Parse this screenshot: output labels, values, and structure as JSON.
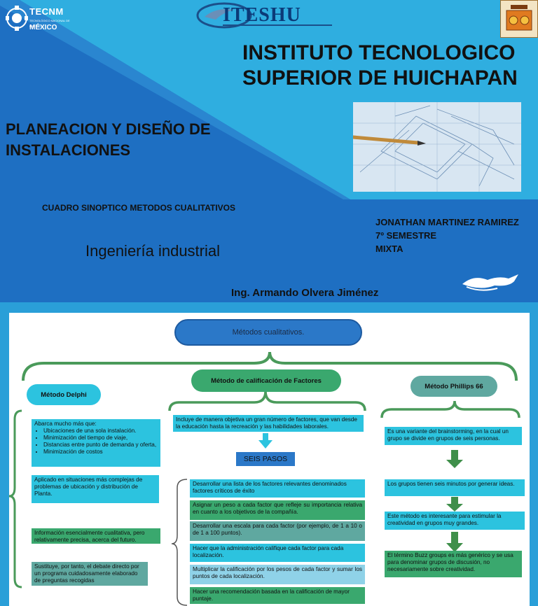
{
  "cover": {
    "tecnm_logo": {
      "name": "TECNM",
      "sub": "TECNOLÓGICO NACIONAL DE MÉXICO",
      "country": "MÉXICO"
    },
    "iteshu_logo": "ITESHU",
    "institute_title": "INSTITUTO TECNOLOGICO SUPERIOR DE HUICHAPAN",
    "subject_title": "PLANEACION Y DISEÑO DE INSTALACIONES",
    "document_type": "CUADRO SINOPTICO METODOS CUALITATIVOS",
    "career": "Ingeniería industrial",
    "student_lines": [
      "JONATHAN MARTINEZ RAMIREZ",
      "7º SEMESTRE",
      "MIXTA"
    ],
    "teacher": "Ing. Armando Olvera Jiménez",
    "colors": {
      "light_blue": "#2faee0",
      "dark_blue": "#1e6fc2"
    }
  },
  "diagram": {
    "root": "Métodos cualitativos.",
    "delphi": {
      "title": "Método Delphi",
      "box1_intro": "Abarca mucho más que:",
      "box1_items": [
        "Ubicaciones de una sola instalación.",
        "Minimización del tiempo de viaje,",
        "Distancias entre punto de demanda y oferta,",
        "Minimización de costos"
      ],
      "box2": "Aplicado en situaciones más complejas de problemas de ubicación y distribución de Planta.",
      "box3": "Información esencialmente cualitativa, pero relativamente precisa, acerca del futuro.",
      "box4": "Sustituye, por tanto, el debate directo por un programa cuidadosamente elaborado de preguntas recogidas"
    },
    "factores": {
      "title": "Método de calificación de Factores",
      "intro": "Incluye de manera objetiva un gran número de factores, que van desde la educación hasta la recreación y las habilidades laborales.",
      "steps_title": "SEIS PASOS",
      "steps": [
        "Desarrollar una lista de los factores relevantes denominados factores críticos de éxito",
        "Asignar un peso a cada factor que refleje su importancia relativa en cuanto a los objetivos de la compañía.",
        "Desarrollar una escala para cada factor (por ejemplo, de 1 a 10 o de 1 a 100 puntos).",
        "Hacer que la administración califique cada factor para cada localización.",
        "Multiplicar la calificación por los pesos de cada factor y sumar los puntos de cada localización.",
        "Hacer una recomendación basada en la calificación de mayor puntaje."
      ]
    },
    "phillips": {
      "title": "Método Phillips 66",
      "box1": "Es una variante del brainstorming, en la cual un grupo se divide en grupos de seis personas.",
      "box2": "Los grupos tienen seis minutos por generar ideas.",
      "box3": "Este método es interesante para estimular la creatividad en grupos muy grandes.",
      "box4": "El término Buzz groups es más genérico y se usa para denominar grupos de discusión, no necesariamente sobre creatividad."
    },
    "colors": {
      "connector_green": "#4a9a5a",
      "root_fill": "#2b78c8",
      "cyan_box": "#2cc3df",
      "green_box": "#3aa86e"
    }
  }
}
